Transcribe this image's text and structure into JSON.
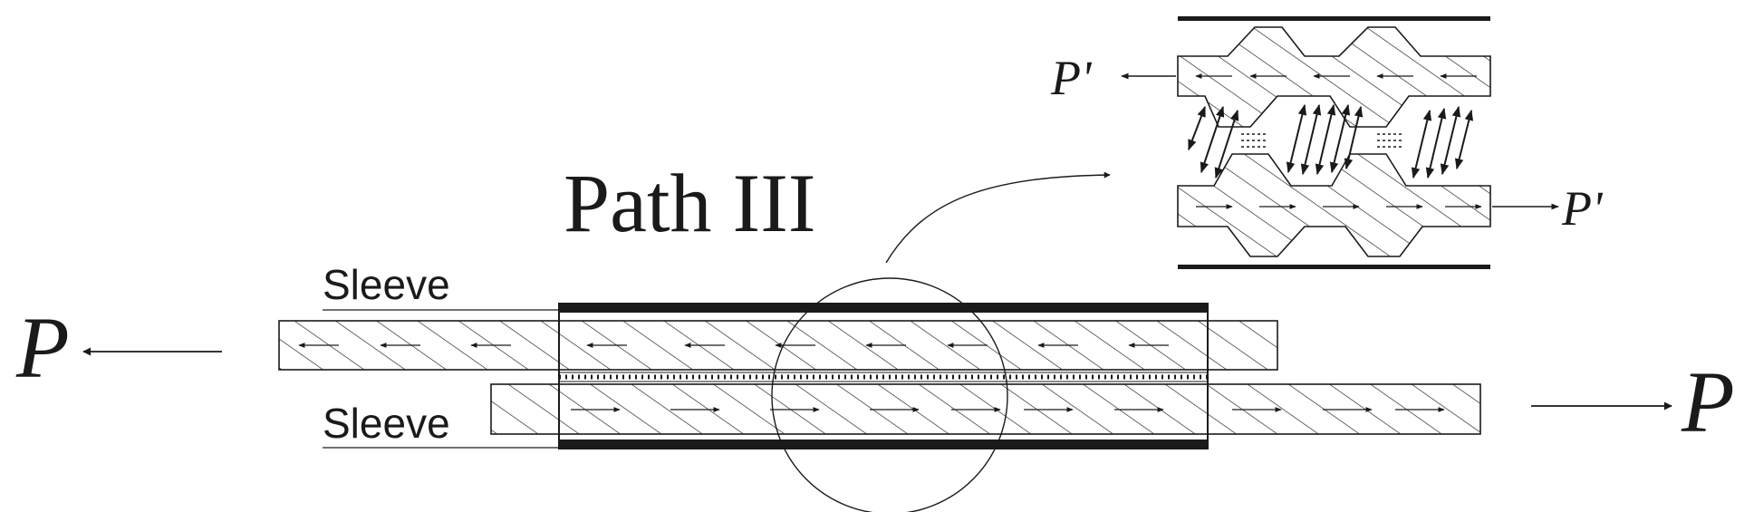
{
  "diagram": {
    "title": "Path III",
    "sleeve_top_label": "Sleeve",
    "sleeve_bottom_label": "Sleeve",
    "load_left": "P",
    "load_right": "P",
    "detail_load_top": "P'",
    "detail_load_bottom": "P'"
  },
  "colors": {
    "ink": "#1a1a1a",
    "background": "#ffffff"
  }
}
